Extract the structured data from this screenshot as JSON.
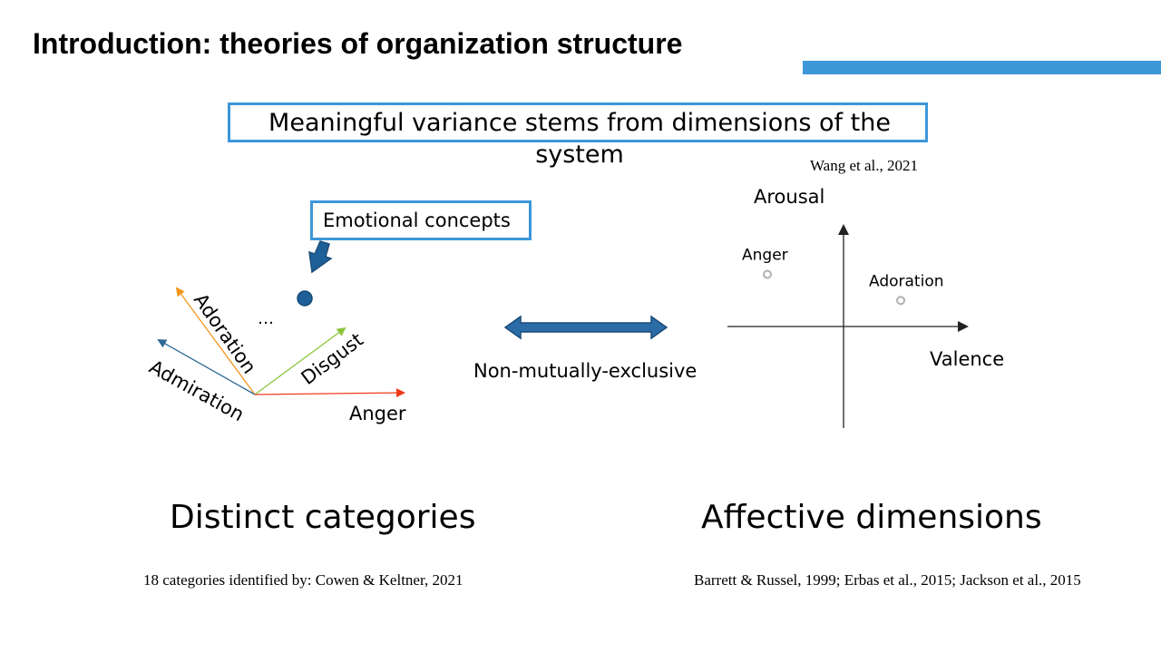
{
  "slide": {
    "title": "Introduction: theories of organization structure",
    "headline": "Meaningful variance stems from dimensions of the system",
    "headline_citation": "Wang et al., 2021",
    "accent_color": "#3d97d9"
  },
  "categories_diagram": {
    "concepts_box_label": "Emotional concepts",
    "ellipsis": "…",
    "axes": [
      {
        "label": "Adoration",
        "color": "#f0961e"
      },
      {
        "label": "Admiration",
        "color": "#2e6a97"
      },
      {
        "label": "Disgust",
        "color": "#8dc63f"
      },
      {
        "label": "Anger",
        "color": "#ee3a1b"
      }
    ],
    "point_color": "#1f5f97",
    "section_label": "Distinct categories",
    "citation": "18 categories identified by: Cowen & Keltner, 2021"
  },
  "connector": {
    "label": "Non-mutually-exclusive",
    "color": "#2b6ca6"
  },
  "dimensions_diagram": {
    "y_axis_label": "Arousal",
    "x_axis_label": "Valence",
    "points": [
      {
        "label": "Anger",
        "valence": -0.6,
        "arousal": 0.5
      },
      {
        "label": "Adoration",
        "valence": 0.45,
        "arousal": 0.25
      }
    ],
    "point_color": "#b0b0b0",
    "section_label": "Affective dimensions",
    "citation": "Barrett & Russel, 1999; Erbas et al., 2015; Jackson et al., 2015"
  }
}
